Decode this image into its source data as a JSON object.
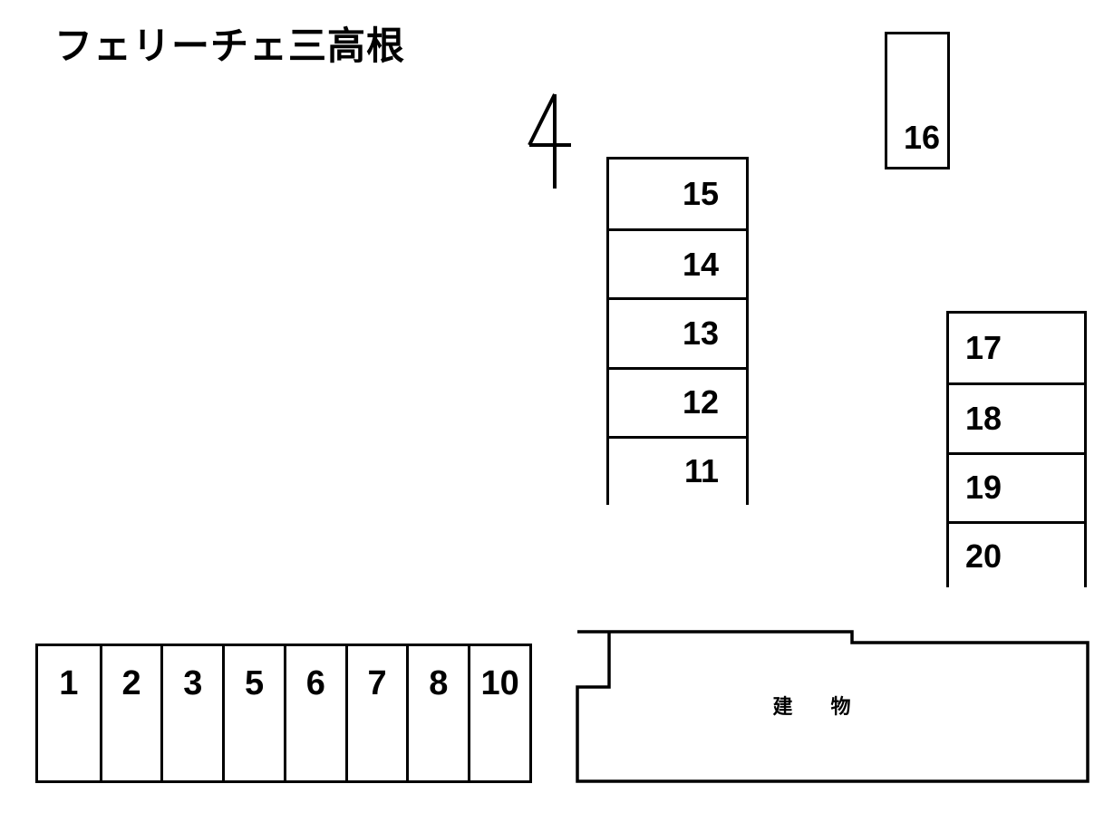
{
  "page": {
    "title": "フェリーチェ三高根",
    "background_color": "#ffffff",
    "line_color": "#000000"
  },
  "north_arrow": {
    "icon": "north-arrow-icon",
    "label": ""
  },
  "parking_blocks": [
    {
      "id": "block-north",
      "name": "parking-block-11-15",
      "orientation": "vertical",
      "number_align": "right",
      "stalls": [
        {
          "number": "15"
        },
        {
          "number": "14"
        },
        {
          "number": "13"
        },
        {
          "number": "12"
        },
        {
          "number": "11"
        }
      ]
    },
    {
      "id": "block-16",
      "name": "parking-stall-16",
      "orientation": "single",
      "number_align": "left-bottom",
      "stalls": [
        {
          "number": "16"
        }
      ]
    },
    {
      "id": "block-east",
      "name": "parking-block-17-20",
      "orientation": "vertical",
      "number_align": "left",
      "stalls": [
        {
          "number": "17"
        },
        {
          "number": "18"
        },
        {
          "number": "19"
        },
        {
          "number": "20"
        }
      ]
    },
    {
      "id": "block-row",
      "name": "parking-block-1-10",
      "orientation": "horizontal",
      "number_align": "center-top",
      "stalls": [
        {
          "number": "1"
        },
        {
          "number": "2"
        },
        {
          "number": "3"
        },
        {
          "number": "5"
        },
        {
          "number": "6"
        },
        {
          "number": "7"
        },
        {
          "number": "8"
        },
        {
          "number": "10"
        }
      ]
    }
  ],
  "building": {
    "name": "building-outline",
    "label": "建　物"
  }
}
